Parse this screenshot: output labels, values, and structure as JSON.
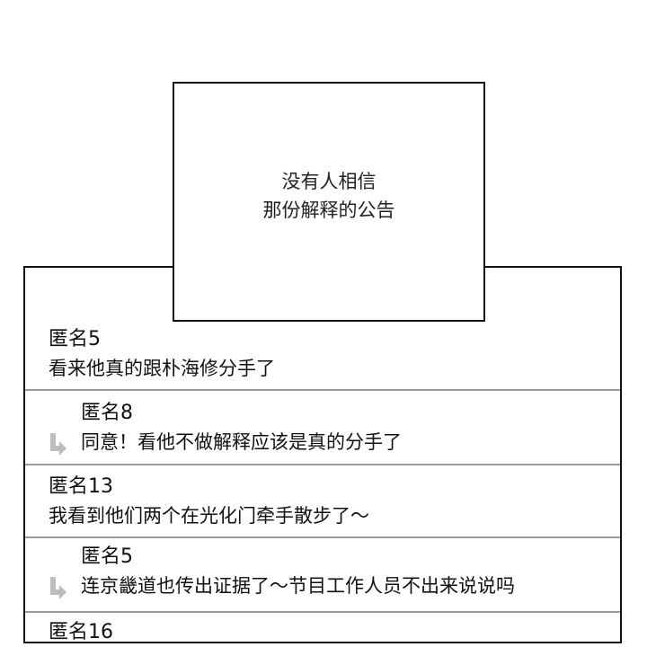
{
  "caption": {
    "line1": "没有人相信",
    "line2": "那份解释的公告"
  },
  "comments": [
    {
      "author": "匿名5",
      "text": "看来他真的跟朴海修分手了",
      "is_reply": false
    },
    {
      "author": "匿名8",
      "text": "同意！看他不做解释应该是真的分手了",
      "is_reply": true,
      "icon": "reply-arrow-icon"
    },
    {
      "author": "匿名13",
      "text": "我看到他们两个在光化门牵手散步了～",
      "is_reply": false
    },
    {
      "author": "匿名5",
      "text": "连京畿道也传出证据了～节目工作人员不出来说说吗",
      "is_reply": true,
      "icon": "reply-arrow-icon"
    },
    {
      "author": "匿名16",
      "text": "",
      "is_reply": false
    }
  ],
  "colors": {
    "border": "#111111",
    "divider": "#9a9a9a",
    "icon": "#bdbdbd"
  }
}
